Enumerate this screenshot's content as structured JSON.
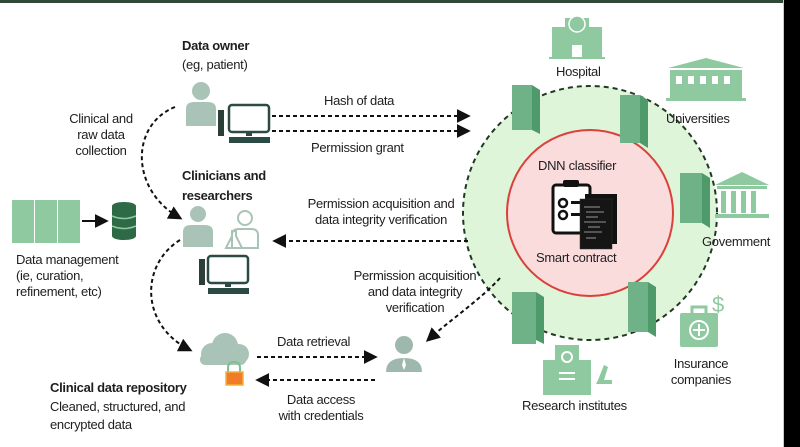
{
  "actors": {
    "data_owner": {
      "title": "Data owner",
      "subtitle": "(eg, patient)"
    },
    "clinicians": {
      "title_line1": "Clinicians and",
      "title_line2": "researchers"
    },
    "data_management": {
      "line1": "Data management",
      "line2": "(ie, curation,",
      "line3": "refinement, etc)"
    },
    "repository": {
      "title": "Clinical data repository",
      "line1": "Cleaned, structured, and",
      "line2": "encrypted data"
    }
  },
  "flows": {
    "collection": {
      "line1": "Clinical and",
      "line2": "raw data",
      "line3": "collection"
    },
    "hash": "Hash of data",
    "permission_grant": "Permission grant",
    "perm_acq_1": {
      "line1": "Permission acquisition and",
      "line2": "data integrity verification"
    },
    "perm_acq_2": {
      "line1": "Permission acquisition",
      "line2": "and data integrity",
      "line3": "verification"
    },
    "retrieval": "Data retrieval",
    "access": {
      "line1": "Data access",
      "line2": "with credentials"
    }
  },
  "network": {
    "center_top": "DNN classifier",
    "center_bottom": "Smart contract",
    "nodes": [
      "Hospital",
      "Universities",
      "Govemment",
      "Insurance",
      "companies",
      "Research institutes"
    ]
  },
  "colors": {
    "green_icon": "#8fc9a0",
    "green_server": "#6fb287",
    "green_ring": "#dff5d9",
    "red_ring": "#d9413a",
    "pink_fill": "#fbdcdc",
    "gray_person": "#9fb8ad",
    "orange_lock": "#f07c2a"
  }
}
